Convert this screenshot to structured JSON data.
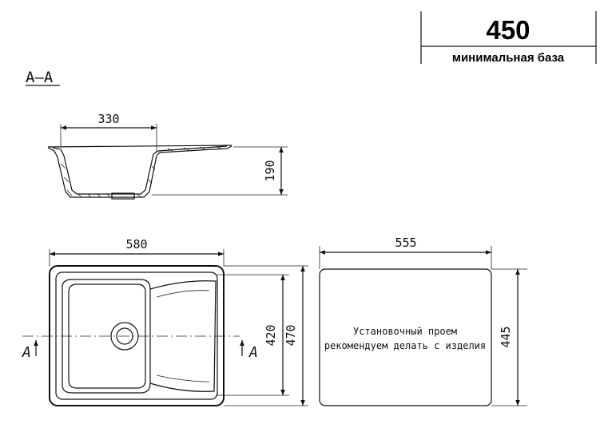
{
  "badge": {
    "value": "450",
    "caption": "минимальная база"
  },
  "section": {
    "label": "А–А",
    "width": "330",
    "depth": "190"
  },
  "plan": {
    "width": "580",
    "bowl_height": "420",
    "height": "470",
    "cut_left": "А",
    "cut_right": "А"
  },
  "cutout": {
    "width": "555",
    "height": "445",
    "note_line1": "Установочный проем",
    "note_line2": "рекомендуем делать с изделия"
  }
}
